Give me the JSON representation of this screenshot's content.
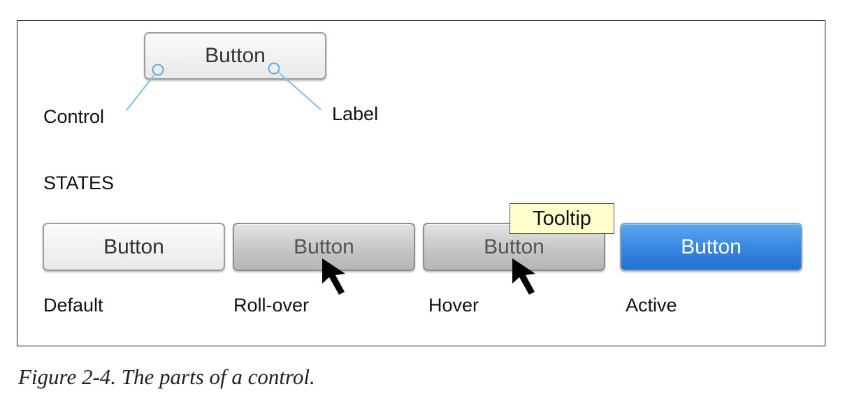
{
  "anatomy": {
    "button_label": "Button",
    "control_label": "Control",
    "label_label": "Label"
  },
  "states": {
    "heading": "STATES",
    "items": [
      {
        "button_label": "Button",
        "caption": "Default"
      },
      {
        "button_label": "Button",
        "caption": "Roll-over"
      },
      {
        "button_label": "Button",
        "caption": "Hover"
      },
      {
        "button_label": "Button",
        "caption": "Active"
      }
    ],
    "tooltip": "Tooltip"
  },
  "caption": "Figure 2-4. The parts of a control.",
  "colors": {
    "callout_line": "#7ec1ec",
    "active_blue": "#3889e3",
    "tooltip_bg": "#ffffcc"
  }
}
